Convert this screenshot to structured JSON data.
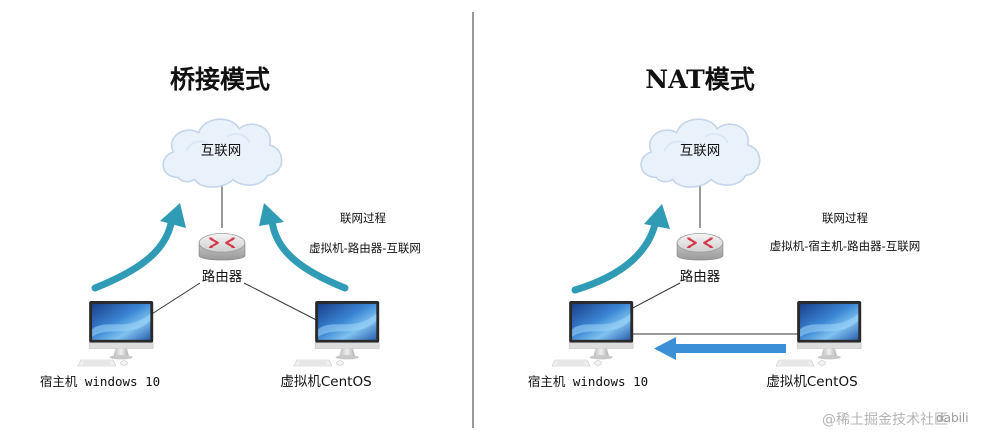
{
  "left": {
    "title": "桥接模式",
    "cloud_label": "互联网",
    "router_label": "路由器",
    "host_label": "宿主机 windows 10",
    "vm_label": "虚拟机CentOS",
    "note_title": "联网过程",
    "note_path": "虚拟机-路由器-互联网"
  },
  "right": {
    "title": "NAT模式",
    "cloud_label": "互联网",
    "router_label": "路由器",
    "host_label": "宿主机 windows 10",
    "vm_label": "虚拟机CentOS",
    "note_title": "联网过程",
    "note_path": "虚拟机-宿主机-路由器-互联网"
  },
  "watermark": "@稀土掘金技术社区",
  "watermark_user": "dabili",
  "colors": {
    "arrow": "#2f9bb5",
    "arrow_flat": "#3b8fd6",
    "cloud_fill": "#e9f1fb",
    "cloud_stroke": "#c9d9ec",
    "divider": "#333333",
    "line": "#333333"
  },
  "icons": [
    "cloud-icon",
    "router-icon",
    "monitor-icon",
    "keyboard-icon",
    "mouse-icon"
  ]
}
